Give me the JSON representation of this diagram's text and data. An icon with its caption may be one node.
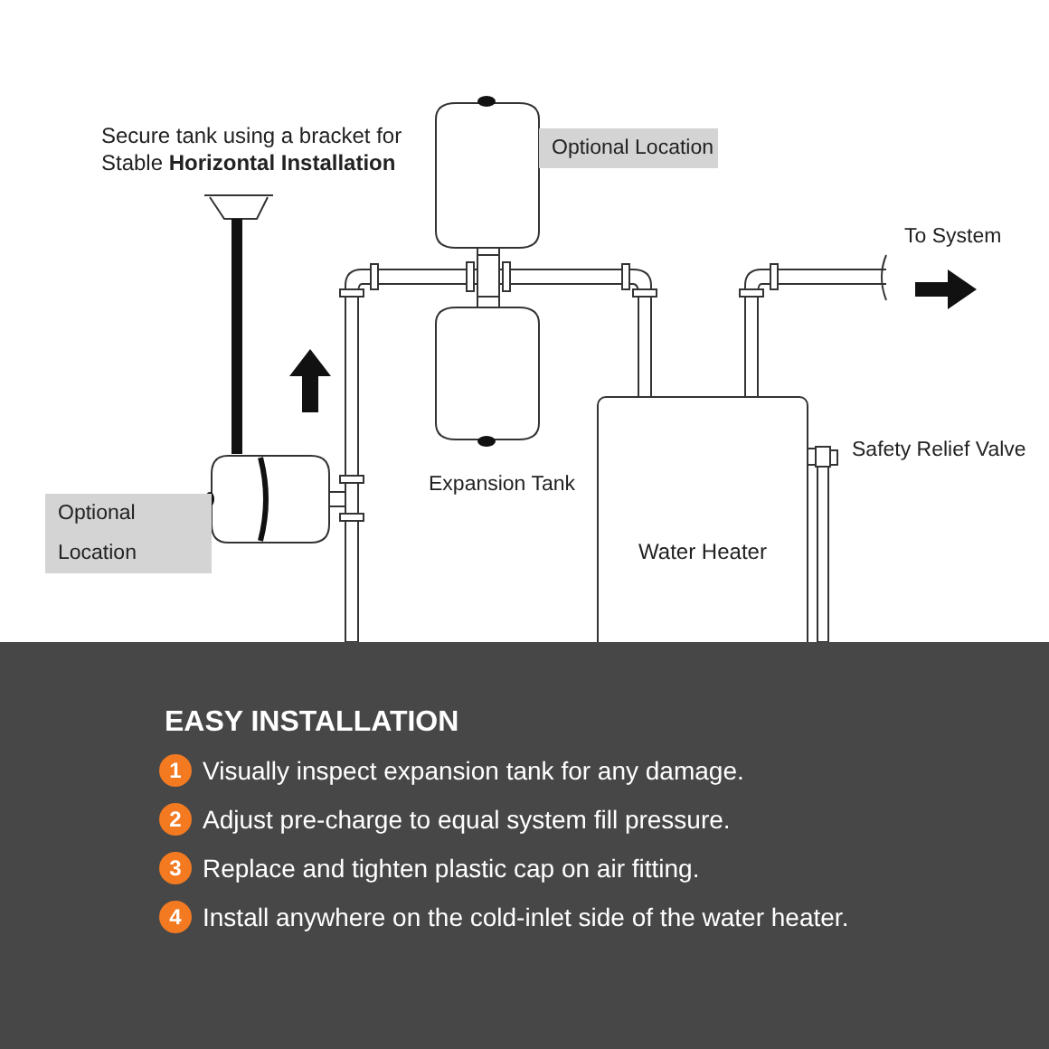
{
  "diagram": {
    "nodes": [
      {
        "text": [
          "Water Heater"
        ]
      }
    ],
    "labels": [
      "Secure tank using a bracket for Stable **Horizontal Installation**",
      "Optional Location",
      "To System",
      "Safety Relief Valve",
      "Expansion Tank",
      "Optional Location",
      "EASY INSTALLATION",
      "1",
      "Visually inspect expansion tank for any damage.",
      "2",
      "Adjust pre-charge to equal system fill pressure.",
      "3",
      "Replace and tighten plastic cap on air fitting.",
      "4",
      "Install anywhere on the cold-inlet side of the water heater."
    ]
  }
}
